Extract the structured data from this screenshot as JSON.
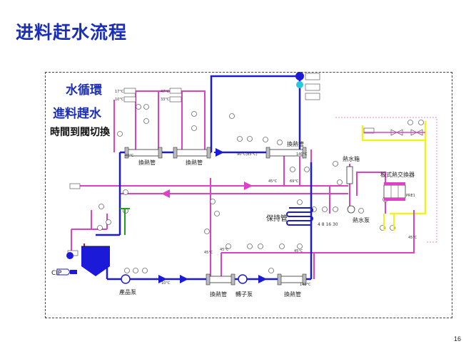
{
  "slide": {
    "title": "进料赶水流程",
    "page_number": "16"
  },
  "labels": {
    "water_cycle": "水循環",
    "feed_drive_water": "進料趕水",
    "valve_switch": "時間到閥切換",
    "heat_exchanger": "換熱管",
    "holding_tube": "保持管",
    "hot_water_tank": "熱水箱",
    "hot_water_pump": "熱水泵",
    "plate_exchanger": "板式熱交換器",
    "product_pump": "產品泵",
    "rotor_pump": "轉子泵",
    "pre1": "PRE1",
    "seq": "4 8 16 30",
    "cip": "CIP"
  },
  "temps": {
    "t17": "17°C",
    "t10": "10°C",
    "t47": "47°C",
    "t33": "33°C",
    "t40": "40°C",
    "t90": "90°C(85°C)",
    "t140a": "140°C",
    "t140b": "140°C",
    "t45a": "45°C",
    "t69": "69°C",
    "t45b": "45°C",
    "t45c": "45°C",
    "t10b": "10°C",
    "t45d": "45°C",
    "t45e": "45°C"
  },
  "colors": {
    "title": "#1a2eb8",
    "process_blue": "#1a1ad8",
    "water_magenta": "#e040c8",
    "signal_yellow": "#f5f020",
    "steam_red": "#d8101a",
    "cold_green": "#20a020"
  }
}
